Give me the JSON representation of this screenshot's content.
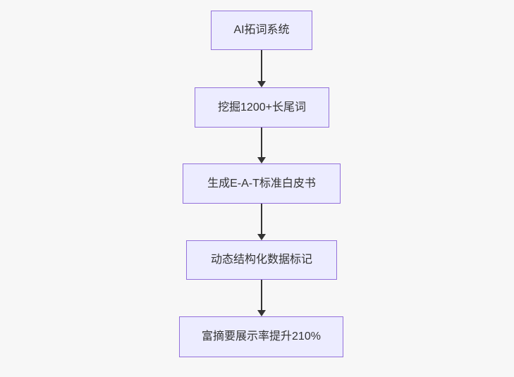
{
  "diagram": {
    "type": "flowchart-vertical",
    "direction": "top-down",
    "nodes": [
      {
        "id": "A",
        "label": "AI拓词系统"
      },
      {
        "id": "B",
        "label": "挖掘1200+长尾词"
      },
      {
        "id": "C",
        "label": "生成E-A-T标准白皮书"
      },
      {
        "id": "D",
        "label": "动态结构化数据标记"
      },
      {
        "id": "E",
        "label": "富摘要展示率提升210%"
      }
    ],
    "edges": [
      {
        "from": "A",
        "to": "B",
        "style": "solid-arrow"
      },
      {
        "from": "B",
        "to": "C",
        "style": "solid-arrow"
      },
      {
        "from": "C",
        "to": "D",
        "style": "solid-arrow"
      },
      {
        "from": "D",
        "to": "E",
        "style": "solid-arrow"
      }
    ],
    "colors": {
      "background": "#f7f7f7",
      "node_fill": "#ececff",
      "node_border": "#9370db",
      "arrow": "#333333",
      "text": "#333333"
    }
  }
}
